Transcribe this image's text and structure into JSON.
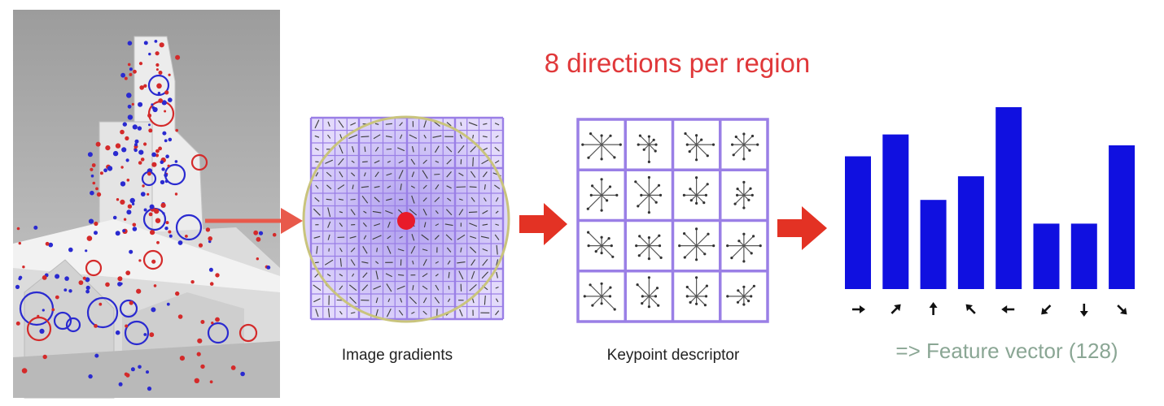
{
  "title": "8 directions per region",
  "captions": {
    "gradients": "Image gradients",
    "descriptor": "Keypoint descriptor",
    "feature": "=> Feature vector (128)"
  },
  "histogram": {
    "values": [
      0.73,
      0.85,
      0.49,
      0.62,
      1.0,
      0.36,
      0.36,
      0.79
    ],
    "directions": [
      "right",
      "up-right",
      "up",
      "up-left",
      "left",
      "down-left",
      "down",
      "down-right"
    ]
  },
  "colors": {
    "title": "#e0383a",
    "arrow": "#e33224",
    "pointer": "#e8594b",
    "bar": "#1010e0",
    "grid": "#9a7fe6",
    "gradient_fill": "#c9b6f6",
    "circle": "#c9c47c",
    "center_dot": "#e81b2a",
    "feature_text": "#8aa694",
    "keypoint_blue": "#2a2ad0",
    "keypoint_red": "#d42a2a"
  },
  "icons": [
    "right-arrow-icon",
    "star-vector-icon",
    "direction-arrow-icon"
  ]
}
